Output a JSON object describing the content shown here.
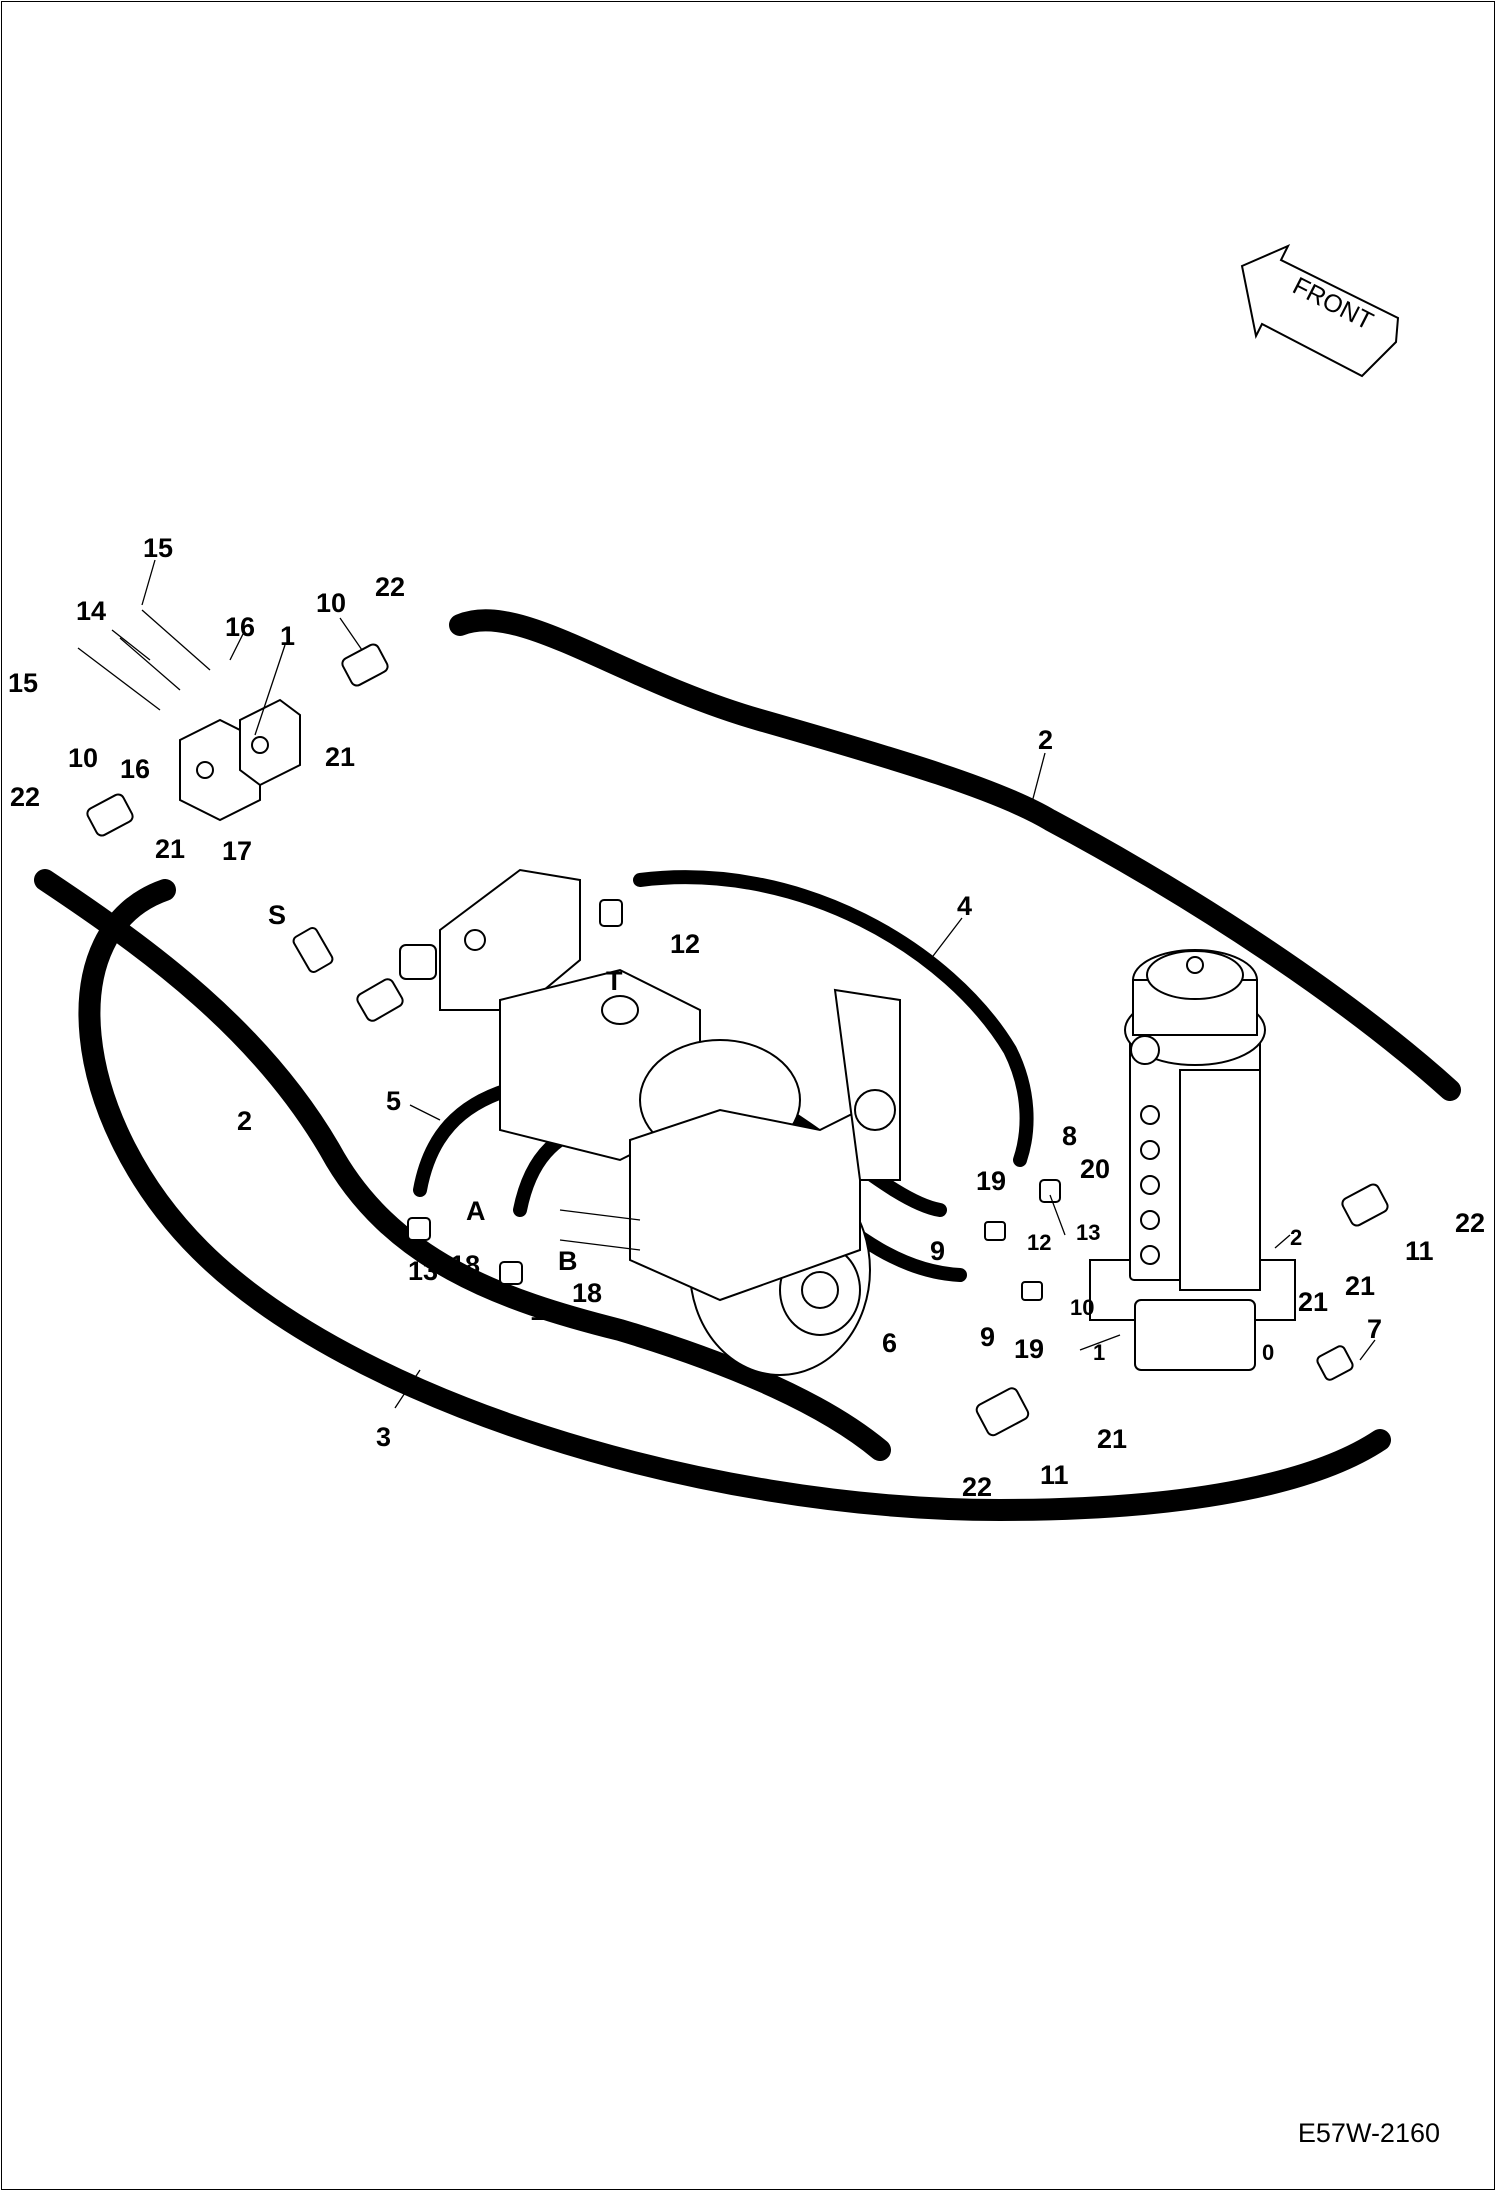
{
  "drawing_code": "E57W-2160",
  "direction_label": "FRONT",
  "callouts": {
    "c15a": "15",
    "c14": "14",
    "c16a": "16",
    "c1a": "1",
    "c10a": "10",
    "c22a": "22",
    "c15b": "15",
    "c10b": "10",
    "c16b": "16",
    "c21a": "21",
    "c22b": "22",
    "c21b": "21",
    "c17": "17",
    "cS": "S",
    "c2a": "2",
    "c4": "4",
    "c12a": "12",
    "cT": "T",
    "c2b": "2",
    "c5": "5",
    "cA": "A",
    "c13a": "13",
    "c18a": "18",
    "cB": "B",
    "c13b": "13",
    "c18b": "18",
    "c19a": "19",
    "c8": "8",
    "c20": "20",
    "c13c": "13",
    "c9a": "9",
    "c12b": "12",
    "c9b": "9",
    "c10c": "10",
    "c19b": "19",
    "c6": "6",
    "c1b": "1",
    "c0": "0",
    "c2c": "2",
    "c11a": "11",
    "c22c": "22",
    "c21c": "21",
    "c21d": "21",
    "c7": "7",
    "c3": "3",
    "c11b": "11",
    "c21e": "21",
    "c22d": "22"
  }
}
